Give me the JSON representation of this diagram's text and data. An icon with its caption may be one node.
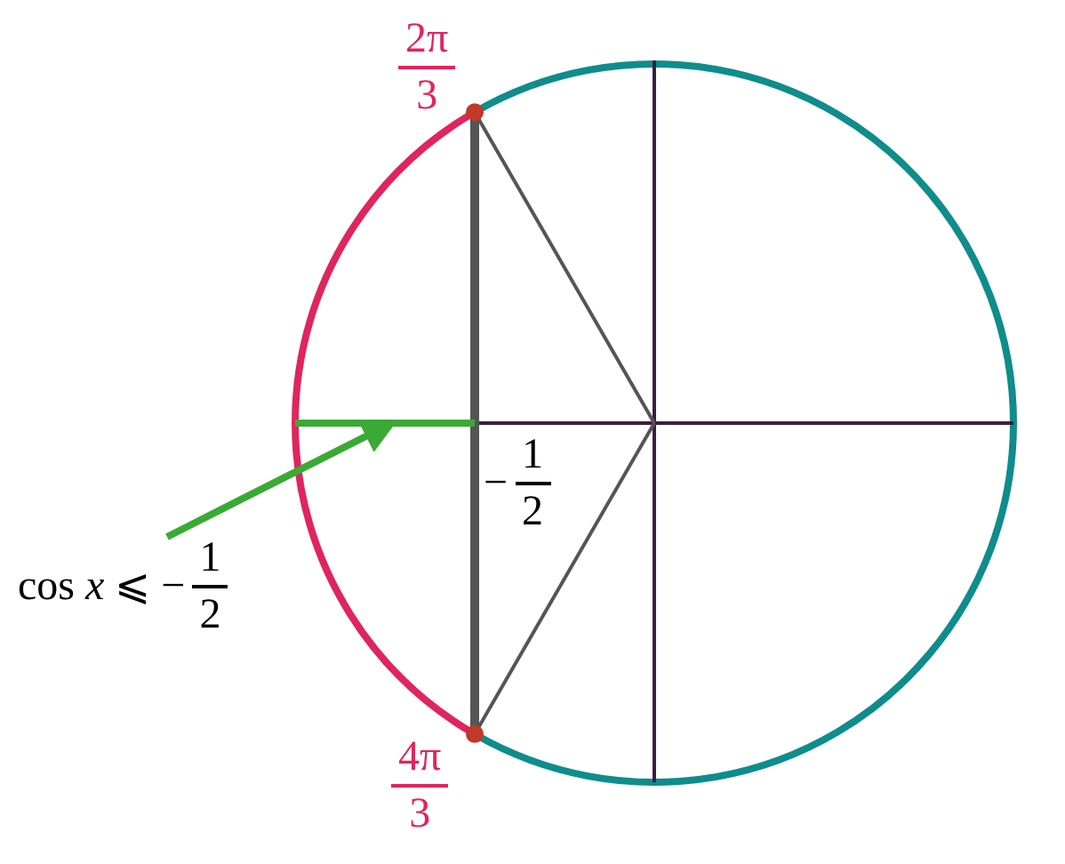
{
  "diagram": {
    "nodes": [
      {
        "text": [
          "cos *x* ⩽ −",
          "1",
          "2"
        ]
      },
      {
        "text": [],
        "shape": "bar"
      }
    ],
    "edges": [
      {
        "from": 0,
        "to": 1,
        "arrow": "to",
        "color": "#3aaa35"
      }
    ],
    "labels": [
      "2π",
      "3",
      "−",
      "1",
      "2",
      "4π",
      "3"
    ]
  }
}
